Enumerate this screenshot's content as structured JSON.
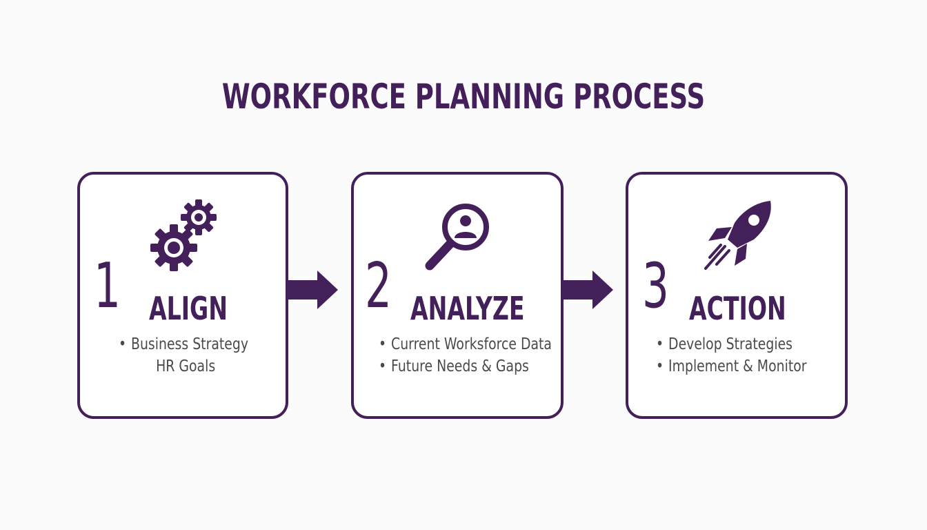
{
  "title": "WORKFORCE PLANNING PROCESS",
  "colors": {
    "primary": "#44205a",
    "background": "#fbfbfc",
    "text_secondary": "#4a4a4a"
  },
  "steps": [
    {
      "number": "1",
      "title": "ALIGN",
      "icon": "gears-icon",
      "items": [
        "Business Strategy",
        "HR Goals"
      ],
      "bulleted": [
        true,
        false
      ]
    },
    {
      "number": "2",
      "title": "ANALYZE",
      "icon": "magnifier-person-icon",
      "items": [
        "Current Worksforce Data",
        "Future Needs & Gaps"
      ],
      "bulleted": [
        true,
        true
      ]
    },
    {
      "number": "3",
      "title": "ACTION",
      "icon": "rocket-icon",
      "items": [
        "Develop Strategies",
        "Implement & Monitor"
      ],
      "bulleted": [
        true,
        true
      ]
    }
  ],
  "connectors": [
    "arrow-right-icon",
    "arrow-right-icon"
  ]
}
